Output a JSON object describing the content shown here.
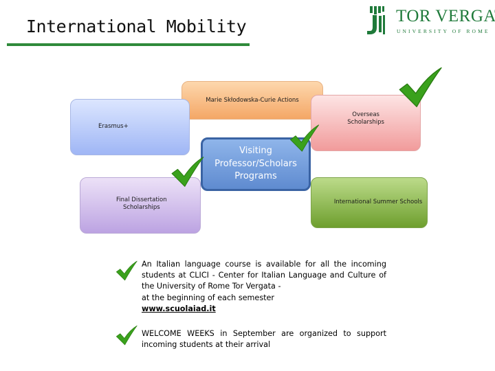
{
  "page": {
    "title": "International Mobility"
  },
  "logo": {
    "name": "TOR VERGATA",
    "subtitle": "UNIVERSITY OF ROME"
  },
  "diagram": {
    "marie": "Marie Skłodowska-Curie Actions",
    "erasmus": "Erasmus+",
    "overseas_1": "Overseas",
    "overseas_2": "Scholarships",
    "visiting_1": "Visiting",
    "visiting_2": "Professor/Scholars",
    "visiting_3": "Programs",
    "final_1": "Final Dissertation",
    "final_2": "Scholarships",
    "summer": "International Summer Schools"
  },
  "bullets": {
    "item1_lines": [
      "An Italian language course is available for all the incoming",
      "students at CLICI - Center for Italian Language and Culture of",
      "the University of Rome Tor Vergata -",
      "at the beginning of each semester"
    ],
    "item1_link": "www.scuolaiad.it",
    "item2_lines": [
      "WELCOME WEEKS in September are organized to support",
      "incoming students at their arrival"
    ]
  },
  "colors": {
    "accent_green": "#2f8a3a",
    "check_green": "#3aa11c",
    "logo_green": "#1f7a3a"
  }
}
